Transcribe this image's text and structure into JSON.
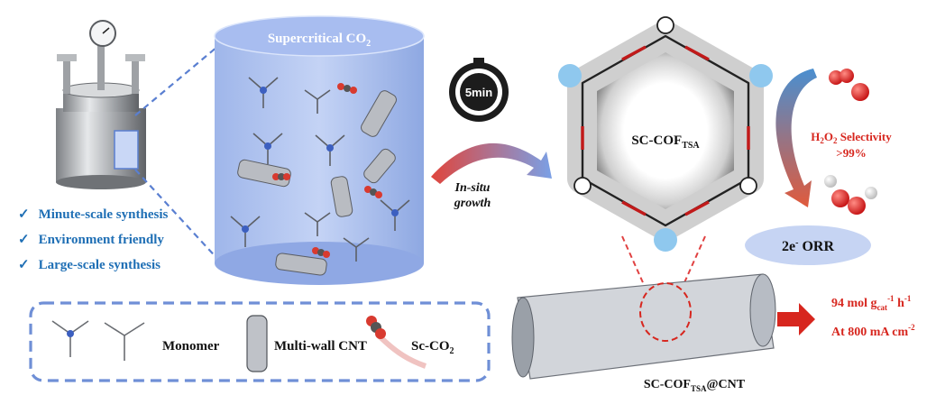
{
  "cylinder": {
    "title": "Supercritical CO",
    "title_sub": "2"
  },
  "timer": {
    "label": "5min"
  },
  "arrow_label": {
    "line1": "In-situ",
    "line2": "growth"
  },
  "benefits": [
    {
      "check": "✓",
      "text": "Minute-scale synthesis"
    },
    {
      "check": "✓",
      "text": "Environment friendly"
    },
    {
      "check": "✓",
      "text": "Large-scale synthesis"
    }
  ],
  "cof": {
    "label": "SC-COF",
    "label_sub": "TSA"
  },
  "selectivity": {
    "h": "H",
    "sub1": "2",
    "o": "O",
    "sub2": "2",
    "rest": " Selectivity",
    "value": ">99%"
  },
  "orr": {
    "prefix": "2e",
    "sup": "-",
    "suffix": " ORR"
  },
  "performance": {
    "line1_a": "94 mol g",
    "line1_sub": "cat",
    "line1_sup": "-1",
    "line1_b": " h",
    "line1_sup2": "-1",
    "line2_a": "At 800 mA cm",
    "line2_sup": "-2"
  },
  "composite": {
    "label": "SC-COF",
    "label_sub": "TSA",
    "label_end": "@CNT"
  },
  "legend": {
    "monomer": "Monomer",
    "cnt": "Multi-wall CNT",
    "sc": "Sc-CO",
    "sc_sub": "2"
  },
  "colors": {
    "blue": "#1f6fb5",
    "red": "#d7261e",
    "dash": "#5a7fd1",
    "cyl": "#8aa8e8"
  }
}
